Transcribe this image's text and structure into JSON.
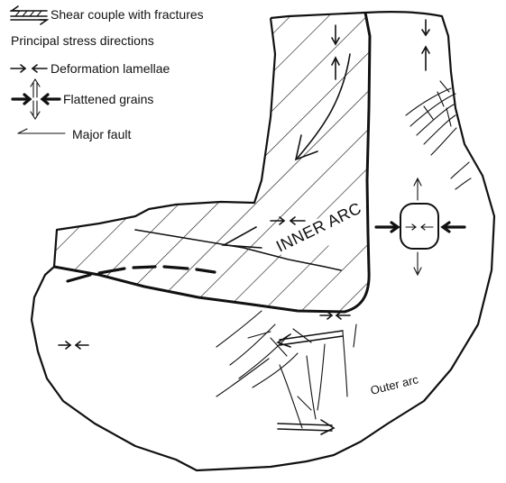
{
  "legend": {
    "shear_couple": "Shear couple with fractures",
    "principal_stress_heading": "Principal stress directions",
    "deformation_lamellae": "Deformation lamellae",
    "flattened_grains": "Flattened grains",
    "major_fault": "Major fault"
  },
  "labels": {
    "inner_arc": "INNER ARC",
    "outer_arc": "Outer arc"
  }
}
